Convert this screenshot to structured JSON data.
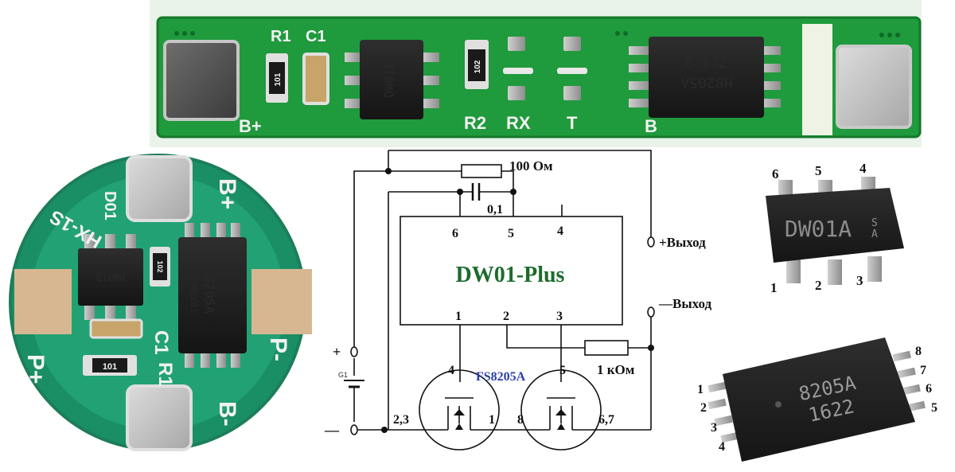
{
  "strip_board": {
    "silk": {
      "r1": "R1",
      "c1": "C1",
      "r2": "R2",
      "rx": "RX",
      "t": "T",
      "b": "B",
      "bplus": "B+"
    },
    "r1_code": "101",
    "r2_code": "102",
    "dw_marking": "DW01C",
    "fs_marking_line1": "Z2023",
    "fs_marking_line2": "H8205A"
  },
  "round_board": {
    "silk": {
      "pplus": "P+",
      "pminus": "P-",
      "bplus": "B+",
      "bminus": "B-",
      "model": "HX-1S",
      "c1": "C1",
      "r1": "R1",
      "d01": "D01"
    },
    "r_code_a": "101",
    "r_code_b": "102",
    "dw_marking": "DW01B",
    "fs_marking_line1": "8205A",
    "fs_marking_line2": "Z902Z01"
  },
  "schematic": {
    "ic_name": "DW01-Plus",
    "mosfet_name": "FS8205A",
    "r_top": "100 Ом",
    "c_top": "0,1",
    "r_right": "1 кОм",
    "out_plus": "+Выход",
    "out_minus": "—Выход",
    "bat_plus": "+",
    "bat_minus": "—",
    "bat_name": "G1",
    "pins": {
      "p6": "6",
      "p5": "5",
      "p4": "4",
      "p1": "1",
      "p2": "2",
      "p3": "3"
    },
    "mos_left": {
      "gate": "4",
      "left": "2,3",
      "right": "1"
    },
    "mos_right": {
      "gate": "5",
      "left": "8",
      "right": "6,7"
    }
  },
  "sot_chip": {
    "marking_main": "DW01A",
    "marking_side_1": "S",
    "marking_side_2": "A",
    "pins_top": [
      "6",
      "5",
      "4"
    ],
    "pins_bottom": [
      "1",
      "2",
      "3"
    ]
  },
  "tssop_chip": {
    "marking_line1": "8205A",
    "marking_line2": "1622",
    "pins_left": [
      "1",
      "2",
      "3",
      "4"
    ],
    "pins_right": [
      "8",
      "7",
      "6",
      "5"
    ]
  }
}
